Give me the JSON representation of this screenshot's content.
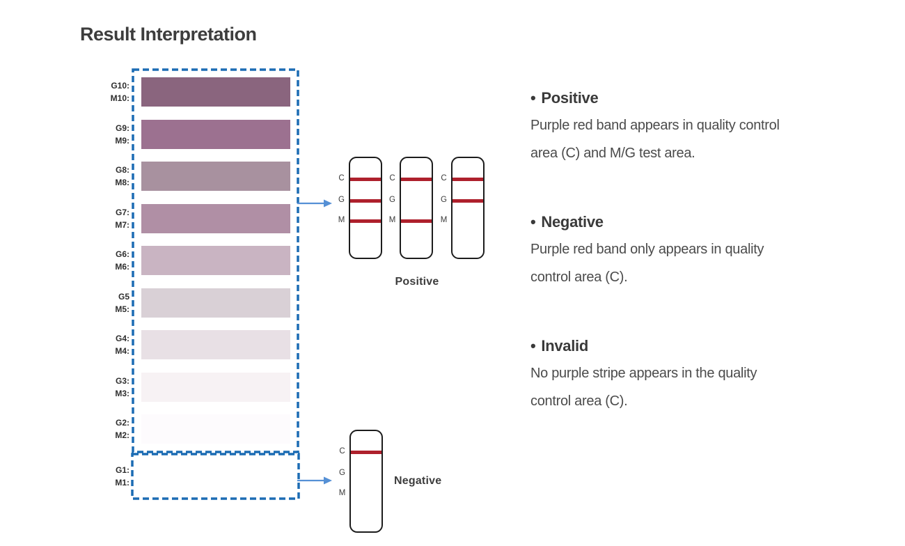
{
  "title": "Result Interpretation",
  "colors": {
    "dashed_box_blue": "#1c6cb4",
    "arrow_blue": "#5590d5",
    "band_red": "#ae202c",
    "strip_border": "#1c1c1c",
    "text_dark": "#3d3d3d",
    "text_body": "#4b4b4b"
  },
  "scale": {
    "rows": [
      {
        "line1": "G10:",
        "line2": "M10:",
        "color": "#8a657e"
      },
      {
        "line1": "G9:",
        "line2": "M9:",
        "color": "#9c7190"
      },
      {
        "line1": "G8:",
        "line2": "M8:",
        "color": "#a8919f"
      },
      {
        "line1": "G7:",
        "line2": "M7:",
        "color": "#b08fa5"
      },
      {
        "line1": "G6:",
        "line2": "M6:",
        "color": "#c9b4c2"
      },
      {
        "line1": "G5",
        "line2": "M5:",
        "color": "#d9d0d6"
      },
      {
        "line1": "G4:",
        "line2": "M4:",
        "color": "#e8e0e5"
      },
      {
        "line1": "G3:",
        "line2": "M3:",
        "color": "#f7f2f4"
      },
      {
        "line1": "G2:",
        "line2": "M2:",
        "color": "#fdfbfd"
      },
      {
        "line1": "G1:",
        "line2": "M1:",
        "color": "#ffffff"
      }
    ]
  },
  "strips": {
    "markers": [
      "C",
      "G",
      "M"
    ],
    "positive": {
      "label": "Positive",
      "cassettes": [
        {
          "bands": [
            "C",
            "G",
            "M"
          ]
        },
        {
          "bands": [
            "C",
            "M"
          ]
        },
        {
          "bands": [
            "C",
            "G"
          ]
        }
      ]
    },
    "negative": {
      "label": "Negative",
      "cassettes": [
        {
          "bands": [
            "C"
          ]
        }
      ]
    }
  },
  "legend": {
    "sections": [
      {
        "bullet": "•",
        "title": "Positive",
        "body_line1": "Purple red band appears in quality control",
        "body_line2": "area (C) and M/G test area."
      },
      {
        "bullet": "•",
        "title": "Negative",
        "body_line1": "Purple red band only appears in quality",
        "body_line2": "control area (C)."
      },
      {
        "bullet": "•",
        "title": "Invalid",
        "body_line1": "No purple stripe appears in the quality",
        "body_line2": "control area (C)."
      }
    ]
  }
}
